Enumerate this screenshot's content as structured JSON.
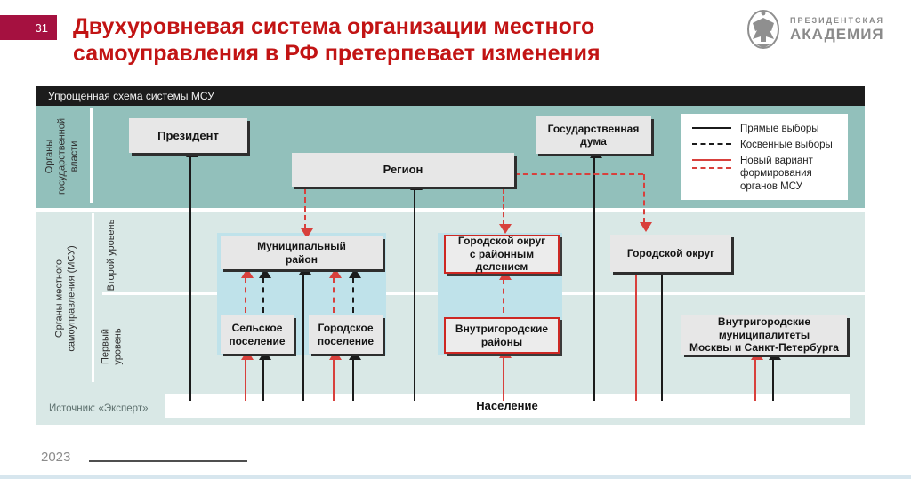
{
  "slide": {
    "number": "31",
    "title_lines": [
      "Двухуровневая система организации местного",
      "самоуправления в РФ претерпевает изменения"
    ],
    "year": "2023"
  },
  "logo": {
    "line1": "ПРЕЗИДЕНТСКАЯ",
    "line2": "АКАДЕМИЯ"
  },
  "diagram": {
    "header": "Упрощенная схема системы МСУ",
    "source": "Источник: «Эксперт»",
    "row_labels": {
      "state": "Органы\nгосударственной\nвласти",
      "msu": "Органы местного\nсамоуправления (МСУ)",
      "level2": "Второй уровень",
      "level1": "Первый уровень"
    },
    "nodes": {
      "president": "Президент",
      "region": "Регион",
      "duma": "Государственная\nдума",
      "mun_district": "Муниципальный\nрайон",
      "go_district": "Городской округ\nс районным\nделением",
      "go": "Городской округ",
      "rural": "Сельское\nпоселение",
      "urban": "Городское\nпоселение",
      "intracity_districts": "Внутригородские\nрайоны",
      "intracity_msk_spb": "Внутригородские\nмуниципалитеты\nМосквы и Санкт-Петербурга",
      "population": "Население"
    },
    "legend": {
      "direct": "Прямые выборы",
      "indirect": "Косвенные выборы",
      "new_variant": "Новый вариант\nформирования\nорганов МСУ"
    },
    "colors": {
      "accent_red": "#d8403c",
      "red_box_border": "#cd2824",
      "band_top": "#92c0bb",
      "band_bottom": "#d9e8e6",
      "panel_blue": "#bfe2ea",
      "header_bar": "#1c1c1c",
      "title_red": "#c21414",
      "badge_crimson": "#a51140"
    }
  }
}
